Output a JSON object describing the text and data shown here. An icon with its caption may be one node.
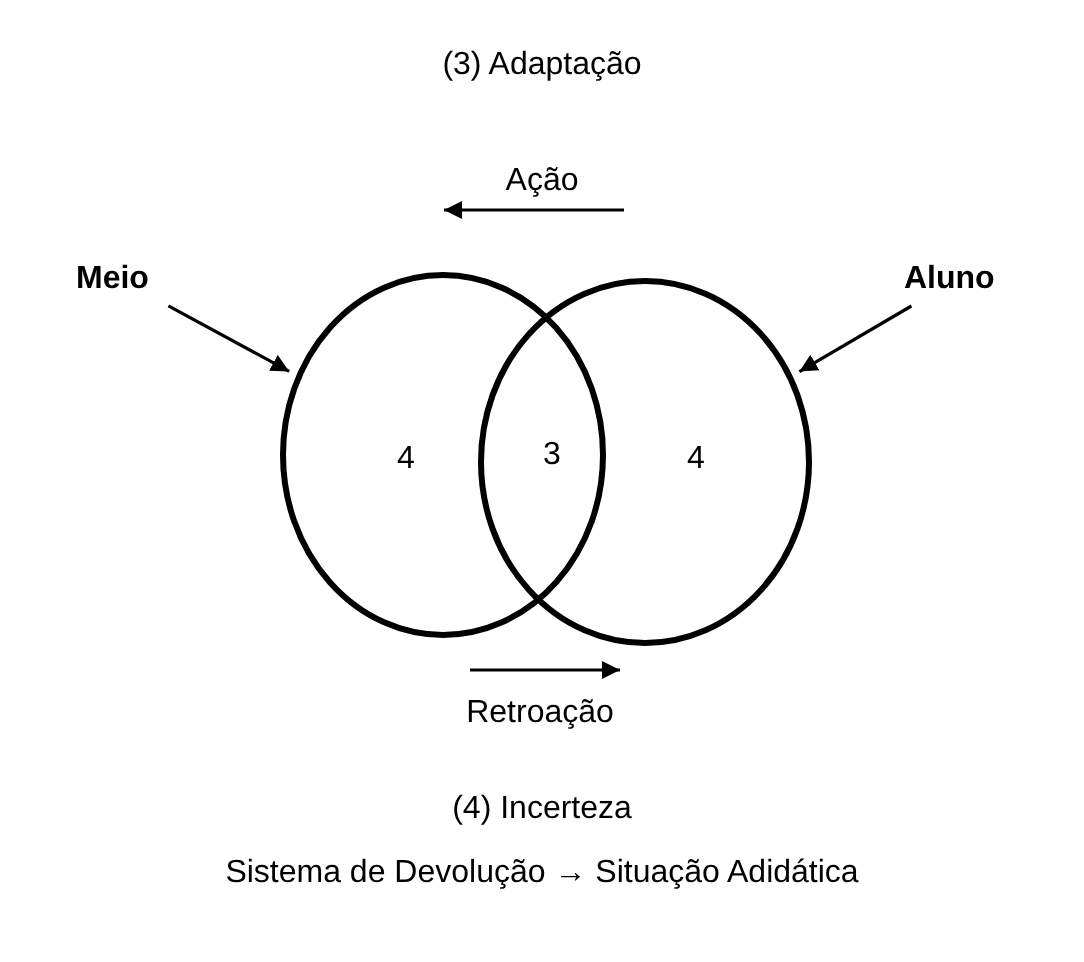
{
  "diagram": {
    "nodes": [
      {
        "text": [
          "Meio"
        ]
      },
      {
        "text": [],
        "shape": "circle"
      },
      {
        "text": [],
        "shape": "circle"
      },
      {
        "text": [
          "Aluno"
        ]
      }
    ],
    "edges": [
      {
        "from": 0,
        "to": 1,
        "arrow": "to"
      },
      {
        "from": 3,
        "to": 2,
        "arrow": "to"
      }
    ],
    "labels": [
      "(3) Adaptação",
      "Ação",
      "4",
      "3",
      "4",
      "Retroação",
      "(4) Incerteza",
      "Sistema de Devolução → Situação Adidática"
    ]
  }
}
